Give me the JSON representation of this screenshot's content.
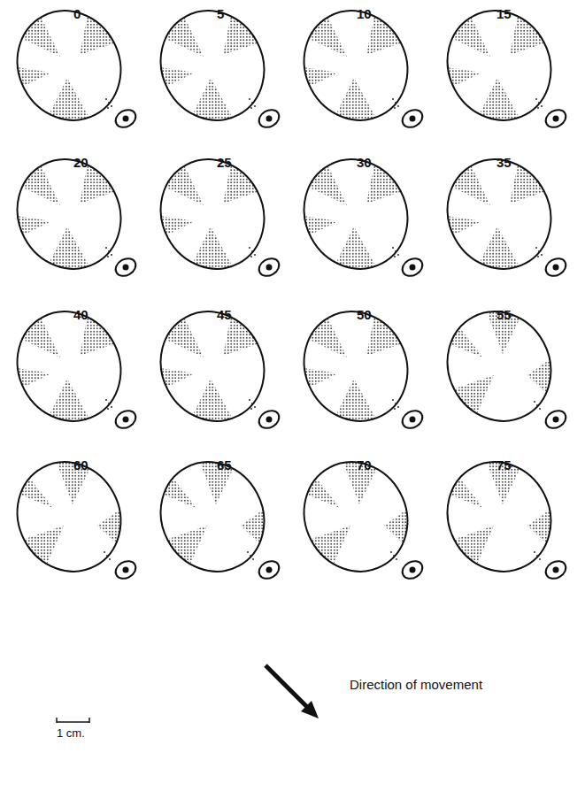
{
  "diagram": {
    "labels": [
      "0",
      "5",
      "10",
      "15",
      "20",
      "25",
      "30",
      "35",
      "40",
      "45",
      "50",
      "55",
      "60",
      "65",
      "70",
      "75",
      "1 cm.",
      "Direction of movement"
    ]
  }
}
